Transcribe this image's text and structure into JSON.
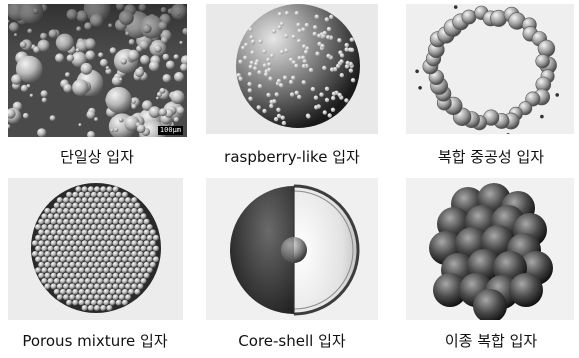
{
  "figure": {
    "panels": [
      {
        "caption": "단일상 입자",
        "scale_bar": "100µm"
      },
      {
        "caption": "raspberry-like 입자"
      },
      {
        "caption": "복합 중공성 입자"
      },
      {
        "caption": "Porous mixture 입자"
      },
      {
        "caption": "Core-shell 입자"
      },
      {
        "caption": "이종 복합 입자"
      }
    ]
  }
}
